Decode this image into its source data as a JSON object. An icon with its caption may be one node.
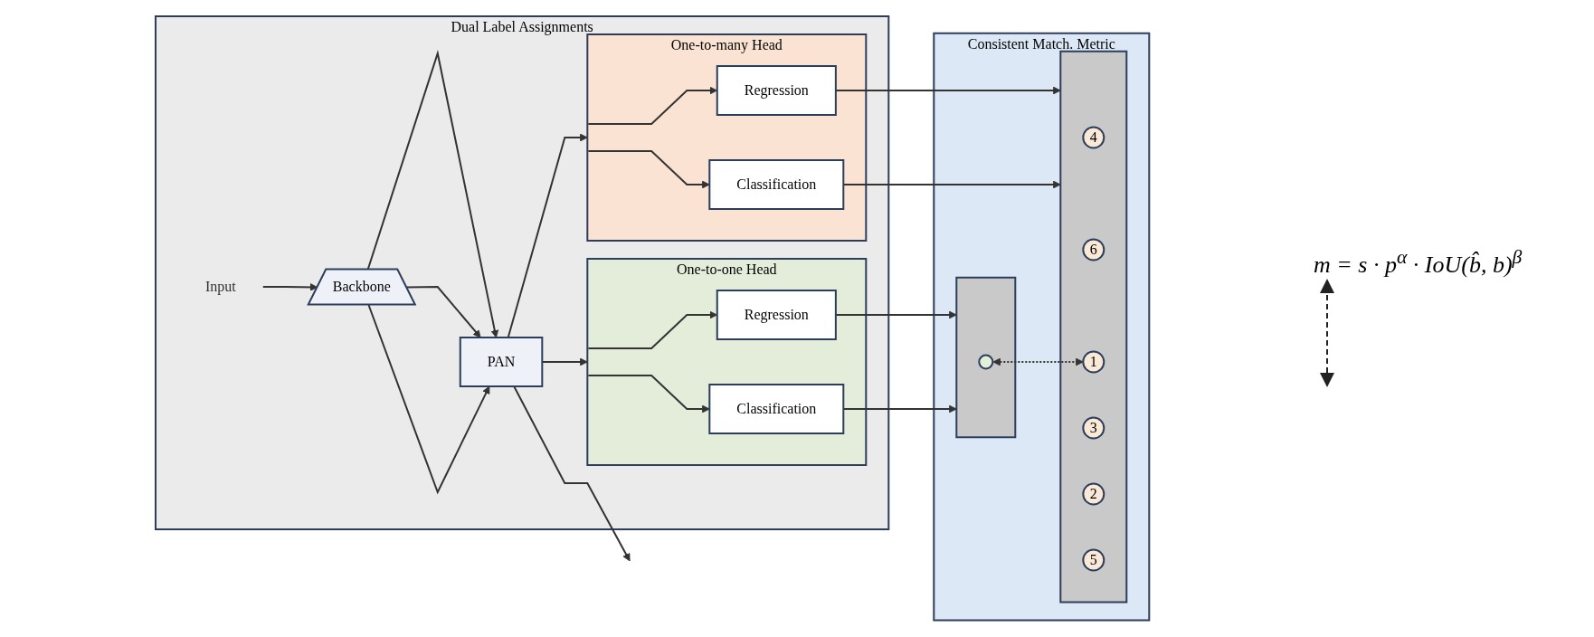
{
  "diagram": {
    "nodes": [
      {
        "text": [
          "Dual Label Assignments"
        ]
      },
      {
        "text": [
          "Backbone"
        ],
        "in": 0
      },
      {
        "text": [
          "Input"
        ],
        "in": 0
      },
      {
        "text": [
          "PAN"
        ],
        "in": 0
      },
      {
        "text": [
          "One-to-many Head"
        ],
        "in": 0
      },
      {
        "text": [
          "Regression"
        ],
        "in": 4
      },
      {
        "text": [
          "Classification"
        ],
        "in": 4
      },
      {
        "text": [
          "One-to-one Head"
        ],
        "in": 0
      },
      {
        "text": [
          "Regression"
        ],
        "in": 7
      },
      {
        "text": [
          "Classification"
        ],
        "in": 7
      },
      {
        "text": [
          "Consistent Match. Metric"
        ]
      },
      {
        "text": [],
        "shape": "picture",
        "in": 10
      },
      {
        "text": [
          "4"
        ],
        "in": 11
      },
      {
        "text": [
          "6"
        ],
        "in": 11
      },
      {
        "text": [
          "1"
        ],
        "in": 11
      },
      {
        "text": [
          "3"
        ],
        "in": 11
      },
      {
        "text": [
          "2"
        ],
        "in": 11
      },
      {
        "text": [
          "5"
        ],
        "in": 11
      },
      {
        "text": [],
        "shape": "picture",
        "in": 10
      },
      {
        "text": [],
        "shape": "circle",
        "in": 18
      }
    ],
    "edges": [
      {
        "from": 2,
        "to": 1,
        "arrow": "to"
      },
      {
        "from": 1,
        "to": 3,
        "arrow": "to"
      },
      {
        "from": 1,
        "to": 3,
        "arrow": "to"
      },
      {
        "from": 1,
        "to": 3,
        "arrow": "to"
      },
      {
        "from": 3,
        "to": 4,
        "arrow": "to"
      },
      {
        "from": 3,
        "to": null,
        "arrow": "to"
      },
      {
        "from": 3,
        "to": 7,
        "arrow": "to"
      },
      {
        "from": 4,
        "to": 5,
        "arrow": "to"
      },
      {
        "from": 4,
        "to": 6,
        "arrow": "to"
      },
      {
        "from": 7,
        "to": 8,
        "arrow": "to"
      },
      {
        "from": 7,
        "to": 9,
        "arrow": "to"
      },
      {
        "from": 5,
        "to": 11,
        "arrow": "to"
      },
      {
        "from": 6,
        "to": 11,
        "arrow": "to"
      },
      {
        "from": 8,
        "to": 18,
        "arrow": "to"
      },
      {
        "from": 9,
        "to": 18,
        "arrow": "to"
      },
      {
        "from": 19,
        "to": 14,
        "arrow": "both",
        "style": "dashed"
      }
    ],
    "labels": [
      "m = s · p$^{α}$ · IoU(b̂, b)$^{β}$"
    ]
  }
}
